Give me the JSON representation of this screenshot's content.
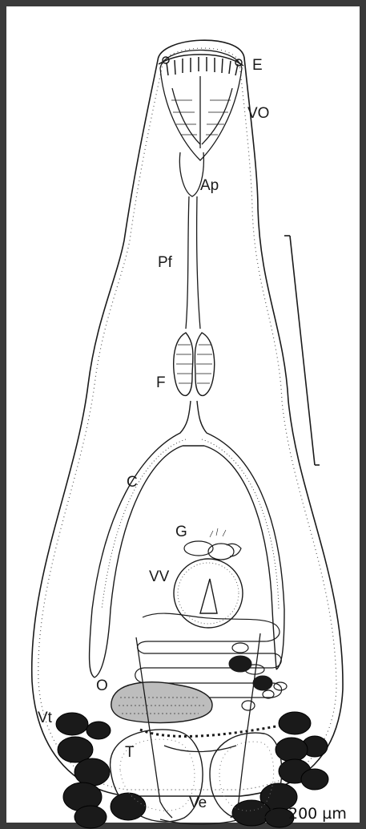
{
  "figure": {
    "labels": {
      "E": "E",
      "VO": "VO",
      "Ap": "Ap",
      "Pf": "Pf",
      "F": "F",
      "C": "C",
      "G": "G",
      "VV": "VV",
      "O": "O",
      "Vt": "Vt",
      "T": "T",
      "Ve": "Ve"
    },
    "scale_bar_label": "200 µm",
    "frame_color": "#3a3a3a",
    "line_color": "#1a1a1a"
  }
}
